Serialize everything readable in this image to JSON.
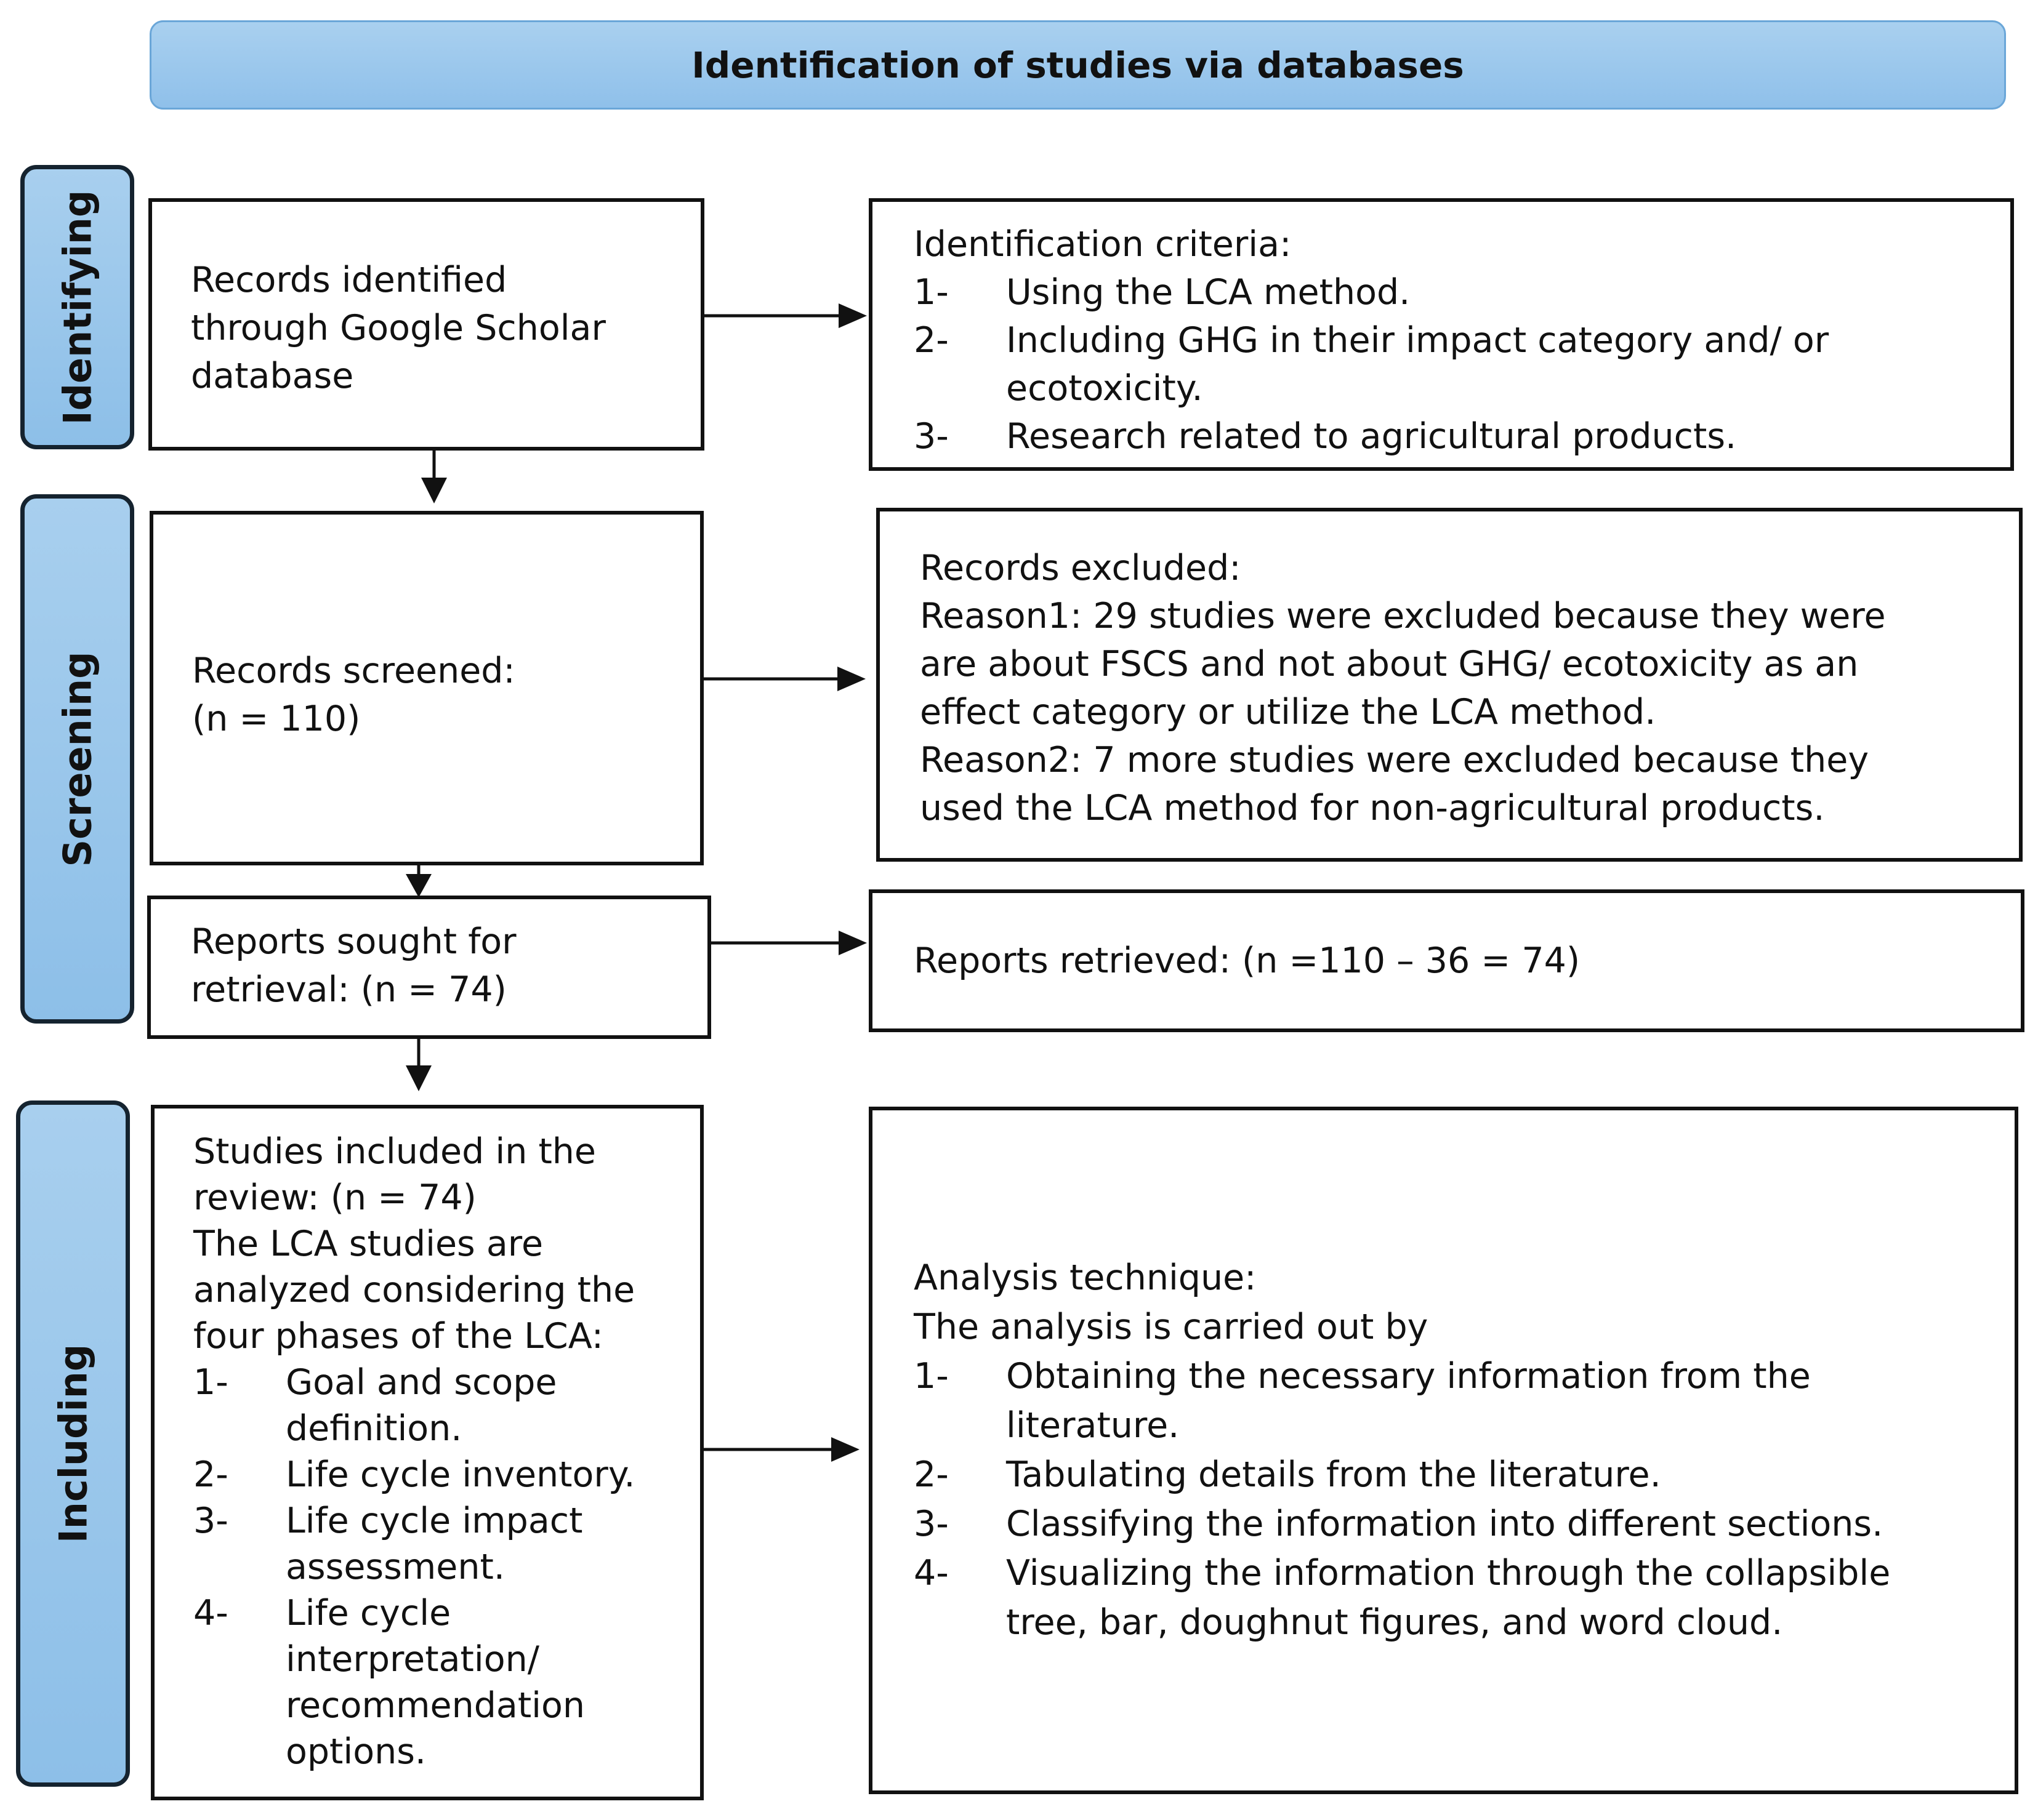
{
  "header": {
    "title": "Identification of studies via databases"
  },
  "phases": {
    "identifying": "Identifying",
    "screening": "Screening",
    "including": "Including"
  },
  "records_identified": {
    "lines": [
      "Records identified",
      "through Google Scholar",
      "database"
    ]
  },
  "identification_criteria": {
    "title": "Identification criteria:",
    "items": [
      {
        "num": "1-",
        "lines": [
          "Using the LCA method."
        ]
      },
      {
        "num": "2-",
        "lines": [
          "Including GHG in their impact category and/ or",
          "ecotoxicity."
        ]
      },
      {
        "num": "3-",
        "lines": [
          "Research related to agricultural products."
        ]
      }
    ]
  },
  "records_screened": {
    "lines": [
      "Records screened:",
      "(n = 110)"
    ]
  },
  "records_excluded": {
    "lines": [
      "Records excluded:",
      "Reason1: 29 studies were excluded because they were",
      "are about FSCS and not about GHG/ ecotoxicity as an",
      "effect category or utilize the LCA method.",
      "Reason2: 7 more studies were excluded because they",
      "used the LCA method for non-agricultural products."
    ]
  },
  "reports_sought": {
    "lines": [
      "Reports sought for",
      "retrieval:  (n = 74)"
    ]
  },
  "reports_retrieved": {
    "text": "Reports retrieved:  (n =110 – 36 = 74)"
  },
  "studies_included": {
    "lines": [
      "Studies included in the",
      "review:  (n = 74)",
      "The LCA studies are",
      "analyzed considering the",
      "four phases of the LCA:"
    ],
    "items": [
      {
        "num": "1-",
        "lines": [
          "Goal and scope",
          "definition."
        ]
      },
      {
        "num": "2-",
        "lines": [
          "Life cycle inventory."
        ]
      },
      {
        "num": "3-",
        "lines": [
          "Life cycle impact",
          "assessment."
        ]
      },
      {
        "num": "4-",
        "lines": [
          "Life cycle",
          "interpretation/",
          "recommendation",
          "options."
        ]
      }
    ]
  },
  "analysis": {
    "title": "Analysis technique:",
    "intro": "The analysis is carried out by",
    "items": [
      {
        "num": "1-",
        "lines": [
          "Obtaining the necessary information from the",
          "literature."
        ]
      },
      {
        "num": "2-",
        "lines": [
          "Tabulating details from the literature."
        ]
      },
      {
        "num": "3-",
        "lines": [
          "Classifying the information into different sections."
        ]
      },
      {
        "num": "4-",
        "lines": [
          "Visualizing the information through the collapsible",
          "tree, bar, doughnut figures, and word cloud."
        ]
      }
    ]
  }
}
